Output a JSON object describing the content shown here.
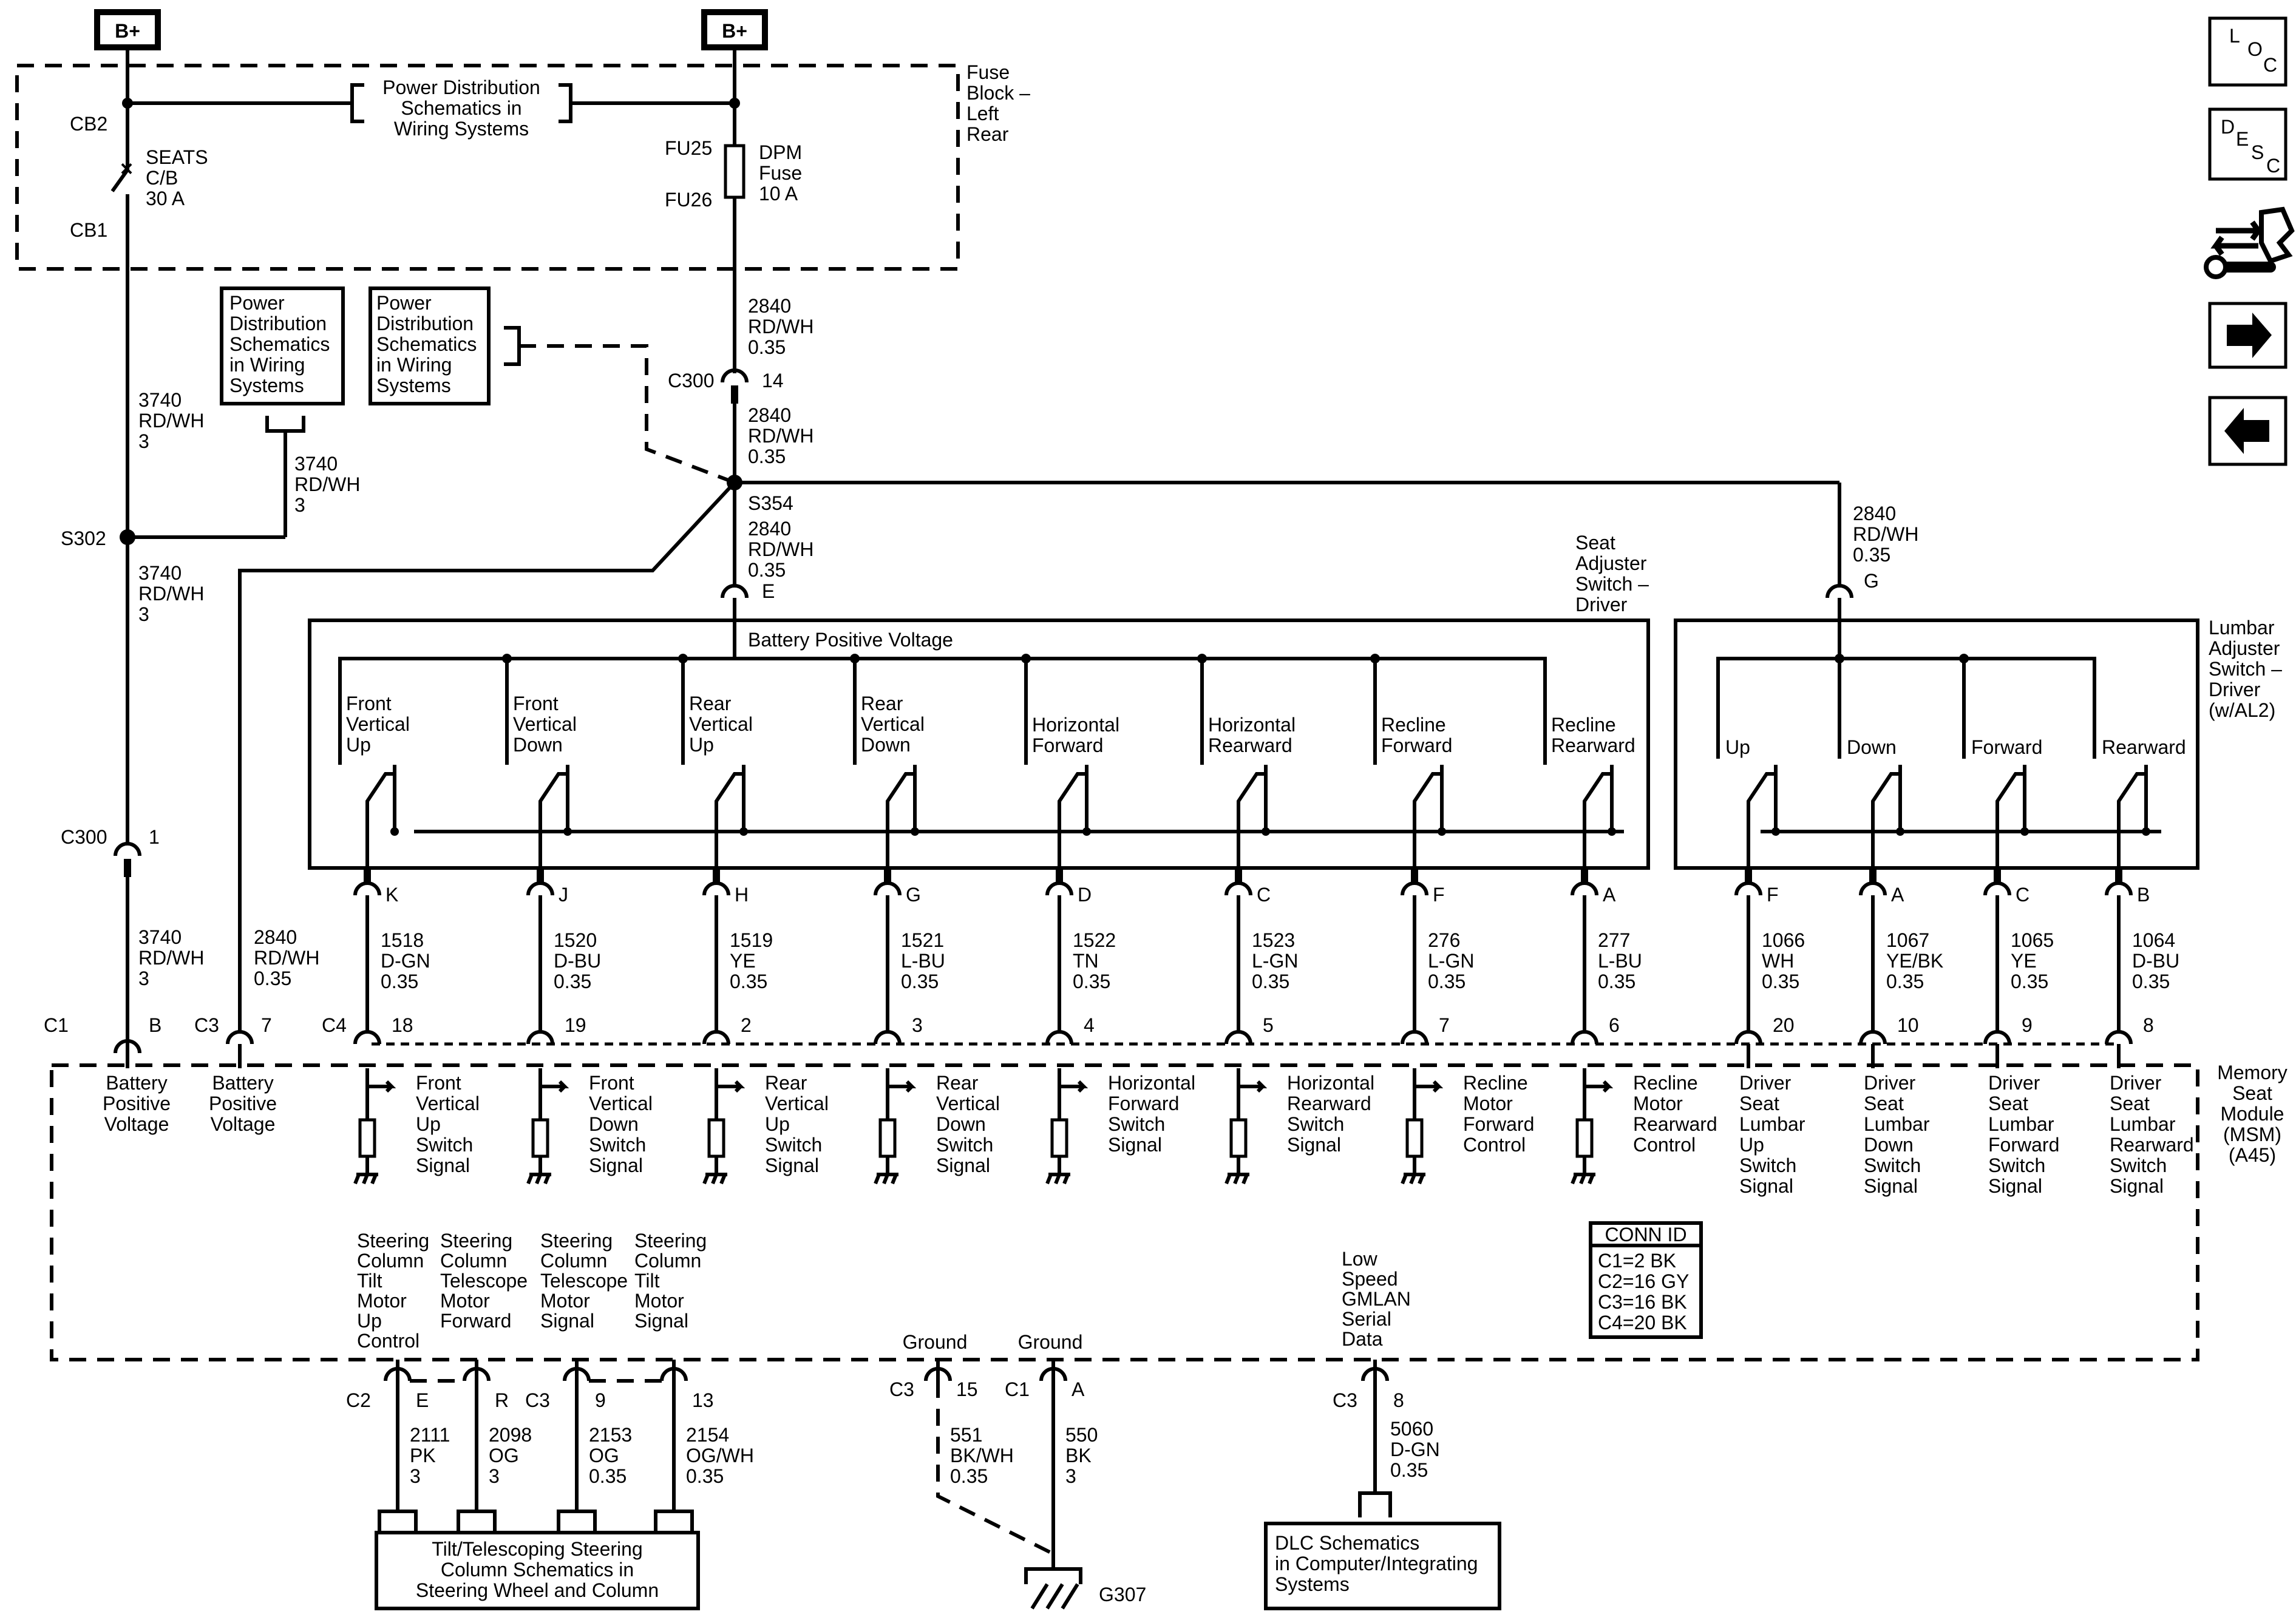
{
  "sources": [
    {
      "id": "bplus-left",
      "label": "B+"
    },
    {
      "id": "bplus-right",
      "label": "B+"
    }
  ],
  "fuse_block": {
    "title_lines": [
      "Fuse",
      "Block –",
      "Left",
      "Rear"
    ],
    "power_dist_lines": [
      "Power Distribution",
      "Schematics in",
      "Wiring Systems"
    ],
    "cb": {
      "top": "CB2",
      "bottom": "CB1",
      "label_lines": [
        "SEATS",
        "C/B",
        "30 A"
      ]
    },
    "fuse": {
      "top": "FU25",
      "bottom": "FU26",
      "label_lines": [
        "DPM",
        "Fuse",
        "10 A"
      ]
    }
  },
  "ref_boxes": {
    "pd1": [
      "Power",
      "Distribution",
      "Schematics",
      "in Wiring",
      "Systems"
    ],
    "pd2": [
      "Power",
      "Distribution",
      "Schematics",
      "in Wiring",
      "Systems"
    ],
    "tilt": [
      "Tilt/Telescoping Steering",
      "Column Schematics in",
      "Steering Wheel and Column"
    ],
    "dlc": [
      "DLC Schematics",
      "in Computer/Integrating",
      "Systems"
    ]
  },
  "wires_upper": {
    "w3740a": [
      "3740",
      "RD/WH",
      "3"
    ],
    "w3740b": [
      "3740",
      "RD/WH",
      "3"
    ],
    "w3740c": [
      "3740",
      "RD/WH",
      "3"
    ],
    "w3740d": [
      "3740",
      "RD/WH",
      "3"
    ],
    "w2840a": [
      "2840",
      "RD/WH",
      "0.35"
    ],
    "w2840b": [
      "2840",
      "RD/WH",
      "0.35"
    ],
    "w2840c": [
      "2840",
      "RD/WH",
      "0.35"
    ],
    "w2840d": [
      "2840",
      "RD/WH",
      "0.35"
    ],
    "w2840e": [
      "2840",
      "RD/WH",
      "0.35"
    ]
  },
  "splices": {
    "s302": "S302",
    "s354": "S354"
  },
  "connectors_upper": {
    "c300a": {
      "name": "C300",
      "pin": "14"
    },
    "c300b": {
      "name": "C300",
      "pin": "1"
    },
    "e_pin": "E",
    "g_pin": "G"
  },
  "seat_switch": {
    "title_lines": [
      "Seat",
      "Adjuster",
      "Switch –",
      "Driver"
    ],
    "bus_label": "Battery Positive Voltage",
    "switches": [
      {
        "lines": [
          "Front",
          "Vertical",
          "Up"
        ],
        "pin": "K",
        "wire": [
          "1518",
          "D-GN",
          "0.35"
        ],
        "mpin": "18",
        "sig": [
          "Front",
          "Vertical",
          "Up",
          "Switch",
          "Signal"
        ]
      },
      {
        "lines": [
          "Front",
          "Vertical",
          "Down"
        ],
        "pin": "J",
        "wire": [
          "1520",
          "D-BU",
          "0.35"
        ],
        "mpin": "19",
        "sig": [
          "Front",
          "Vertical",
          "Down",
          "Switch",
          "Signal"
        ]
      },
      {
        "lines": [
          "Rear",
          "Vertical",
          "Up"
        ],
        "pin": "H",
        "wire": [
          "1519",
          "YE",
          "0.35"
        ],
        "mpin": "2",
        "sig": [
          "Rear",
          "Vertical",
          "Up",
          "Switch",
          "Signal"
        ]
      },
      {
        "lines": [
          "Rear",
          "Vertical",
          "Down"
        ],
        "pin": "G",
        "wire": [
          "1521",
          "L-BU",
          "0.35"
        ],
        "mpin": "3",
        "sig": [
          "Rear",
          "Vertical",
          "Down",
          "Switch",
          "Signal"
        ]
      },
      {
        "lines": [
          "Horizontal",
          "Forward"
        ],
        "pin": "D",
        "wire": [
          "1522",
          "TN",
          "0.35"
        ],
        "mpin": "4",
        "sig": [
          "Horizontal",
          "Forward",
          "Switch",
          "Signal"
        ]
      },
      {
        "lines": [
          "Horizontal",
          "Rearward"
        ],
        "pin": "C",
        "wire": [
          "1523",
          "L-GN",
          "0.35"
        ],
        "mpin": "5",
        "sig": [
          "Horizontal",
          "Rearward",
          "Switch",
          "Signal"
        ]
      },
      {
        "lines": [
          "Recline",
          "Forward"
        ],
        "pin": "F",
        "wire": [
          "276",
          "L-GN",
          "0.35"
        ],
        "mpin": "7",
        "sig": [
          "Recline",
          "Motor",
          "Forward",
          "Control"
        ]
      },
      {
        "lines": [
          "Recline",
          "Rearward"
        ],
        "pin": "A",
        "wire": [
          "277",
          "L-BU",
          "0.35"
        ],
        "mpin": "6",
        "sig": [
          "Recline",
          "Motor",
          "Rearward",
          "Control"
        ]
      }
    ]
  },
  "lumbar_switch": {
    "title_lines": [
      "Lumbar",
      "Adjuster",
      "Switch –",
      "Driver",
      "(w/AL2)"
    ],
    "switches": [
      {
        "label": "Up",
        "pin": "F",
        "wire": [
          "1066",
          "WH",
          "0.35"
        ],
        "mpin": "20",
        "sig": [
          "Driver",
          "Seat",
          "Lumbar",
          "Up",
          "Switch",
          "Signal"
        ]
      },
      {
        "label": "Down",
        "pin": "A",
        "wire": [
          "1067",
          "YE/BK",
          "0.35"
        ],
        "mpin": "10",
        "sig": [
          "Driver",
          "Seat",
          "Lumbar",
          "Down",
          "Switch",
          "Signal"
        ]
      },
      {
        "label": "Forward",
        "pin": "C",
        "wire": [
          "1065",
          "YE",
          "0.35"
        ],
        "mpin": "9",
        "sig": [
          "Driver",
          "Seat",
          "Lumbar",
          "Forward",
          "Switch",
          "Signal"
        ]
      },
      {
        "label": "Rearward",
        "pin": "B",
        "wire": [
          "1064",
          "D-BU",
          "0.35"
        ],
        "mpin": "8",
        "sig": [
          "Driver",
          "Seat",
          "Lumbar",
          "Rearward",
          "Switch",
          "Signal"
        ]
      }
    ]
  },
  "msm": {
    "title_lines": [
      "Memory",
      "Seat",
      "Module",
      "(MSM)",
      "(A45)"
    ],
    "c1": {
      "name": "C1",
      "pin": "B",
      "sig": [
        "Battery",
        "Positive",
        "Voltage"
      ]
    },
    "c3": {
      "name": "C3",
      "pin": "7",
      "sig": [
        "Battery",
        "Positive",
        "Voltage"
      ]
    },
    "c4_name": "C4",
    "conn_id": {
      "title": "CONN ID",
      "rows": [
        "C1=2 BK",
        "C2=16 GY",
        "C3=16 BK",
        "C4=20 BK"
      ]
    }
  },
  "lower": {
    "steering": [
      {
        "sig": [
          "Steering",
          "Column",
          "Tilt",
          "Motor",
          "Up",
          "Control"
        ],
        "conn": "C2",
        "pin": "E",
        "wire": [
          "2111",
          "PK",
          "3"
        ]
      },
      {
        "sig": [
          "Steering",
          "Column",
          "Telescope",
          "Motor",
          "Forward"
        ],
        "conn": "",
        "pin": "R",
        "wire": [
          "2098",
          "OG",
          "3"
        ]
      },
      {
        "sig": [
          "Steering",
          "Column",
          "Telescope",
          "Motor",
          "Signal"
        ],
        "conn": "C3",
        "pin": "9",
        "wire": [
          "2153",
          "OG",
          "0.35"
        ]
      },
      {
        "sig": [
          "Steering",
          "Column",
          "Tilt",
          "Motor",
          "Signal"
        ],
        "conn": "",
        "pin": "13",
        "wire": [
          "2154",
          "OG/WH",
          "0.35"
        ]
      }
    ],
    "grounds": [
      {
        "sig": "Ground",
        "conn": "C3",
        "pin": "15",
        "wire": [
          "551",
          "BK/WH",
          "0.35"
        ]
      },
      {
        "sig": "Ground",
        "conn": "C1",
        "pin": "A",
        "wire": [
          "550",
          "BK",
          "3"
        ]
      }
    ],
    "ground_point": "G307",
    "gmlan": {
      "sig": [
        "Low",
        "Speed",
        "GMLAN",
        "Serial",
        "Data"
      ],
      "conn": "C3",
      "pin": "8",
      "wire": [
        "5060",
        "D-GN",
        "0.35"
      ]
    }
  },
  "nav_icons": [
    {
      "name": "loc-icon",
      "text": [
        "L",
        "O",
        "C"
      ]
    },
    {
      "name": "desc-icon",
      "text": [
        "D",
        "E",
        "S",
        "C"
      ]
    },
    {
      "name": "connector-view-icon"
    },
    {
      "name": "next-arrow-icon"
    },
    {
      "name": "prev-arrow-icon"
    }
  ]
}
